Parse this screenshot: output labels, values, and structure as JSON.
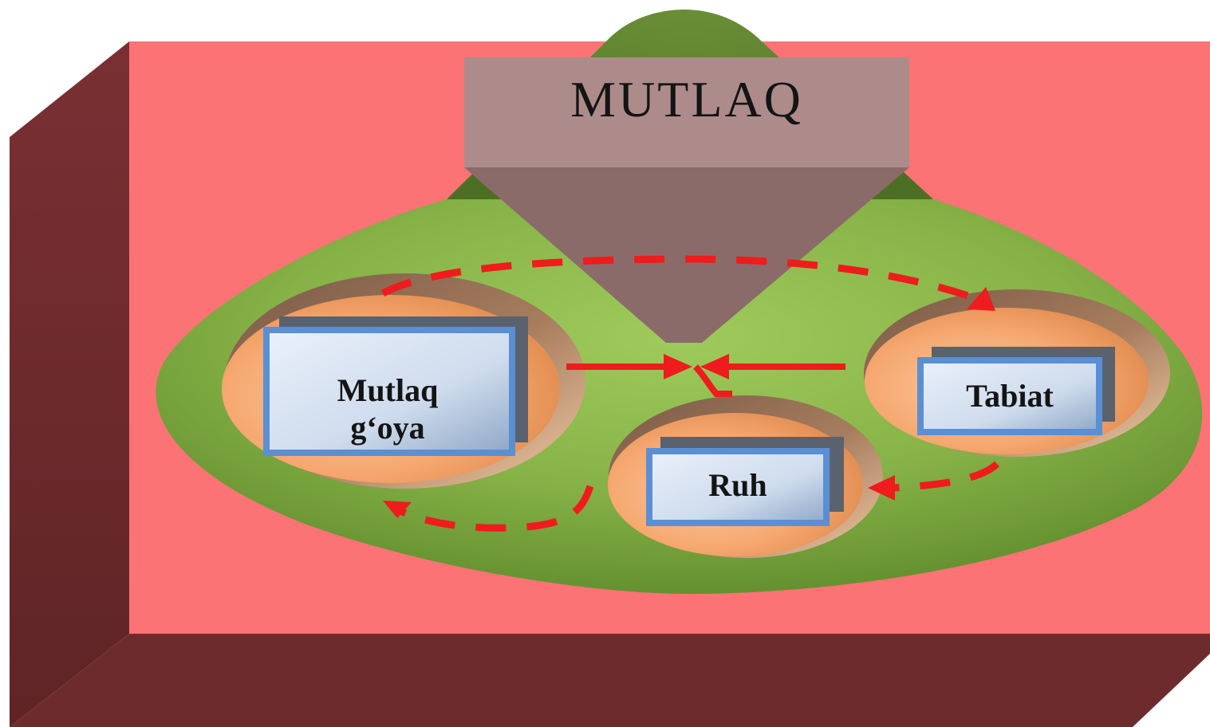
{
  "diagram": {
    "title": "MUTLAQ",
    "nodes": {
      "mutlaq_goya": {
        "lines": [
          "Mutlaq",
          "g‘oya"
        ]
      },
      "tabiat": {
        "label": "Tabiat"
      },
      "ruh": {
        "label": "Ruh"
      }
    },
    "colors": {
      "base_top": "#fb7374",
      "base_side": "#6e2b2d",
      "cone_green": "#77a23f",
      "cone_light": "#92c052",
      "title_box": "#ae8b8b",
      "title_pyramid": "#8b6b69",
      "hole_orange": "#f6a870",
      "node_border": "#5b8fd4",
      "arrow_red": "#ee1c1c"
    }
  }
}
